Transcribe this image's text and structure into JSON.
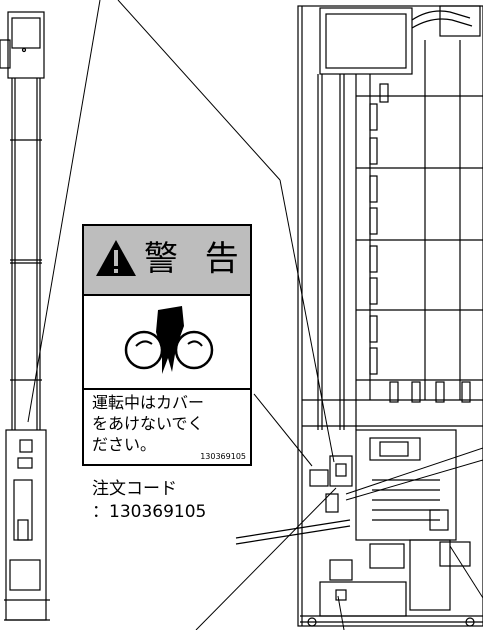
{
  "warning_label": {
    "signal_word": "警 告",
    "message_lines": [
      "運転中はカバー",
      "をあけないでく",
      "ださい。"
    ],
    "label_code": "130369105"
  },
  "order_info": {
    "line1": "注文コード",
    "line2": "：130369105"
  },
  "colors": {
    "header_fill": "#bdbdbd",
    "line": "#000000"
  }
}
